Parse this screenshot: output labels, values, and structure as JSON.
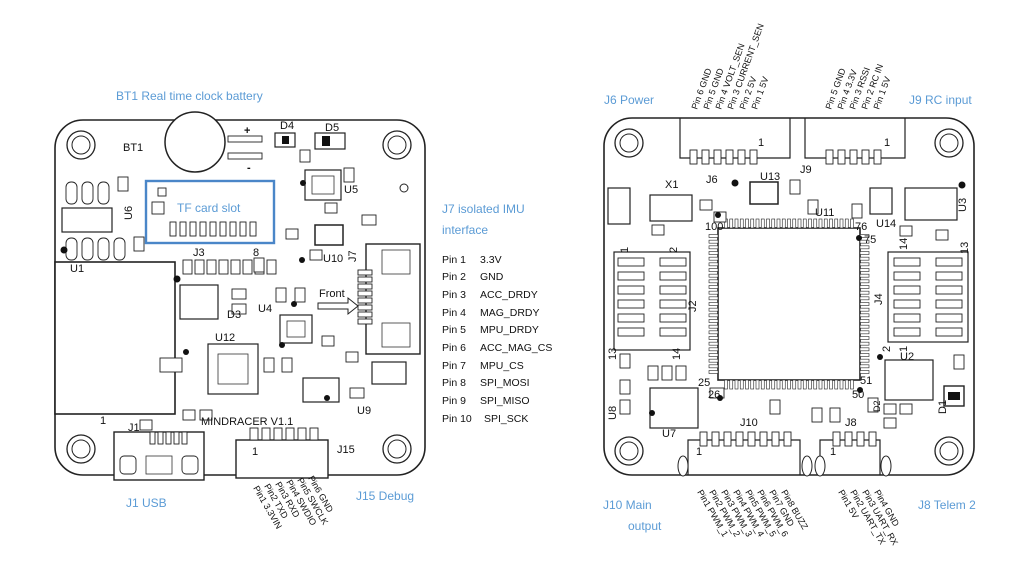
{
  "left_board": {
    "callouts": {
      "bt1": "BT1   Real time clock battery",
      "tf": "TF card slot",
      "j7_line1": "J7   isolated IMU",
      "j7_line2": "interface",
      "j1": "J1   USB",
      "j15": "J15   Debug"
    },
    "j7_pins": [
      {
        "pin": "Pin 1",
        "name": "3.3V"
      },
      {
        "pin": "Pin 2",
        "name": "GND"
      },
      {
        "pin": "Pin 3",
        "name": "ACC_DRDY"
      },
      {
        "pin": "Pin 4",
        "name": "MAG_DRDY"
      },
      {
        "pin": "Pin 5",
        "name": "MPU_DRDY"
      },
      {
        "pin": "Pin 6",
        "name": "ACC_MAG_CS"
      },
      {
        "pin": "Pin 7",
        "name": "MPU_CS"
      },
      {
        "pin": "Pin 8",
        "name": "SPI_MOSI"
      },
      {
        "pin": "Pin 9",
        "name": "SPI_MISO"
      },
      {
        "pin": "Pin 10",
        "name": "SPI_SCK"
      }
    ],
    "j15_pins": [
      "Pin1  3.3VIN",
      "Pin2  TXD",
      "Pin3  RXD",
      "Pin4  SWDIO",
      "Pin5  SWCLK",
      "Pin6  GND"
    ],
    "silkscreen": {
      "bt1": "BT1",
      "plus": "+",
      "minus": "-",
      "d4": "D4",
      "d5": "D5",
      "u5": "U5",
      "u6": "U6",
      "j3": "J3",
      "j3_8": "8",
      "u1": "U1",
      "d3": "D3",
      "u4": "U4",
      "u10": "U10",
      "j7": "J7",
      "front": "Front",
      "u12": "U12",
      "u9": "U9",
      "one": "1",
      "j1": "J1",
      "j15": "J15",
      "title": "MINDRACER  V1.1",
      "j15_1": "1"
    }
  },
  "right_board": {
    "callouts": {
      "j6": "J6   Power",
      "j9": "J9   RC input",
      "j10_line1": "J10   Main",
      "j10_line2": "output",
      "j8": "J8   Telem 2"
    },
    "j6_pins": [
      "Pin 6  GND",
      "Pin 5  GND",
      "Pin 4  VOLT_SEN",
      "Pin 3  CURRENT_SEN",
      "Pin 2  5V",
      "Pin 1  5V"
    ],
    "j9_pins": [
      "Pin 5  GND",
      "Pin 4  3.3V",
      "Pin 3  RSSI",
      "Pin 2  RC IN",
      "Pin 1  5V"
    ],
    "j10_pins": [
      "Pin1  PWM_1",
      "Pin2  PWM_2",
      "Pin3  PWM_3",
      "Pin4  PWM_4",
      "Pin5  PWM_5",
      "Pin6  PWM_6",
      "Pin7  GND",
      "Pin8  BUZZ"
    ],
    "j8_pins": [
      "Pin1  5V",
      "Pin2  UART_TX",
      "Pin3  UART_RX",
      "Pin4  GND"
    ],
    "silkscreen": {
      "x1": "X1",
      "j6": "J6",
      "j6_1": "1",
      "u13": "U13",
      "j9": "J9",
      "j9_1": "1",
      "u11": "U11",
      "u14": "U14",
      "u3": "U3",
      "n100": "100",
      "n76": "76",
      "n75": "75",
      "n1": "1",
      "n2": "2",
      "j2": "J2",
      "n14a": "14",
      "n13a": "13",
      "j4": "J4",
      "n1b": "1",
      "n2b": "2",
      "u2": "U2",
      "n13b": "13",
      "n14b": "14",
      "n25": "25",
      "n51": "51",
      "n26": "26",
      "n50": "50",
      "d2": "D2",
      "d1": "D1",
      "u8": "U8",
      "u7": "U7",
      "j10": "J10",
      "j8": "J8",
      "j8_1": "1",
      "j10_1": "1"
    }
  }
}
